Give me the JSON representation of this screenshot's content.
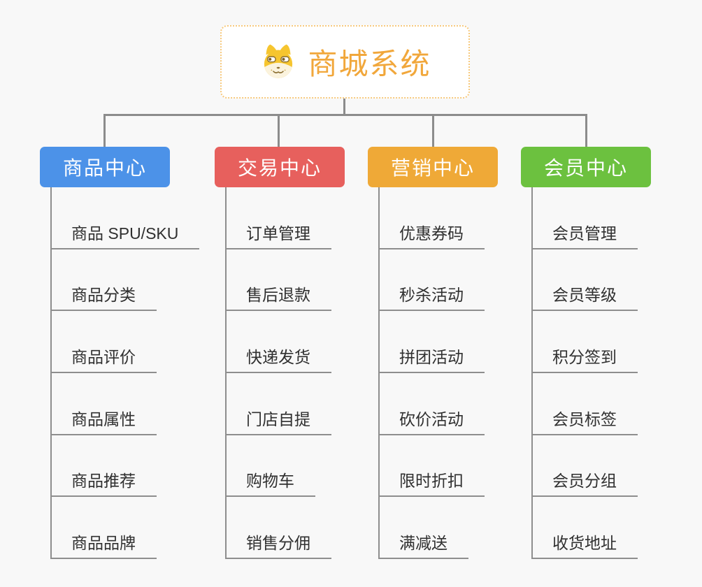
{
  "root": {
    "title": "商城系统",
    "icon": "doge-dog-icon"
  },
  "branches": [
    {
      "label": "商品中心",
      "color": "#4c92e8",
      "items": [
        "商品 SPU/SKU",
        "商品分类",
        "商品评价",
        "商品属性",
        "商品推荐",
        "商品品牌"
      ]
    },
    {
      "label": "交易中心",
      "color": "#e7605d",
      "items": [
        "订单管理",
        "售后退款",
        "快递发货",
        "门店自提",
        "购物车",
        "销售分佣"
      ]
    },
    {
      "label": "营销中心",
      "color": "#efa937",
      "items": [
        "优惠券码",
        "秒杀活动",
        "拼团活动",
        "砍价活动",
        "限时折扣",
        "满减送"
      ]
    },
    {
      "label": "会员中心",
      "color": "#6cc13f",
      "items": [
        "会员管理",
        "会员等级",
        "积分签到",
        "会员标签",
        "会员分组",
        "收货地址"
      ]
    }
  ],
  "colors": {
    "background": "#f8f8f8",
    "connector_line": "#8c8c8c",
    "underline": "#8e8e8e",
    "root_text": "#f1a73b",
    "root_border": "#f7c97d",
    "leaf_text": "#303030"
  }
}
